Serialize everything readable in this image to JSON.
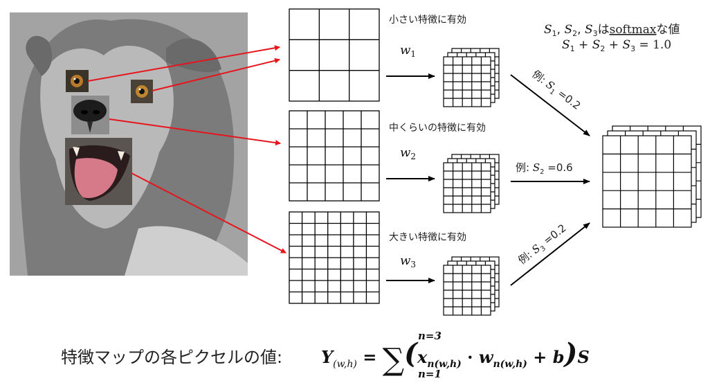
{
  "colors": {
    "red_arrow": "#e8141c",
    "black": "#000000",
    "photo_bg": "#a3a3a3"
  },
  "branches": [
    {
      "desc": "小さい特徴に有効",
      "w_var": "w",
      "w_sub": "1"
    },
    {
      "desc": "中くらいの特徴に有効",
      "w_var": "w",
      "w_sub": "2"
    },
    {
      "desc": "大きい特徴に有効",
      "w_var": "w",
      "w_sub": "3"
    }
  ],
  "scales": [
    {
      "prefix": "例: ",
      "var": "S",
      "sub": "1",
      "value": " =0.2"
    },
    {
      "prefix": "例: ",
      "var": "S",
      "sub": "2",
      "value": " =0.6"
    },
    {
      "prefix": "例: ",
      "var": "S",
      "sub": "3",
      "value": " =0.2"
    }
  ],
  "note": {
    "line1": {
      "s1": "S",
      "s1_sub": "1",
      "s2": "S",
      "s2_sub": "2",
      "s3": "S",
      "s3_sub": "3",
      "sep": ", ",
      "mid": "は",
      "word": "softmax",
      "suffix": "な値"
    },
    "line2": {
      "s1": "S",
      "s1_sub": "1",
      "plus": " + ",
      "s2": "S",
      "s2_sub": "2",
      "s3": "S",
      "s3_sub": "3",
      "eq": " = ",
      "value": "1.0"
    }
  },
  "formula": {
    "label": "特徴マップの各ピクセルの値: ",
    "Y": "Y",
    "Y_sub": "(w,h)",
    "eq": " = ",
    "sigma": "∑",
    "upper": "n=3",
    "lower": "n=1",
    "open": "(",
    "x": "x",
    "x_sub": "n(w,h)",
    "dot": " · ",
    "w": "w",
    "w_sub": "n(w,h)",
    "plus": " + ",
    "b": "b",
    "close": ")",
    "S": "S"
  }
}
